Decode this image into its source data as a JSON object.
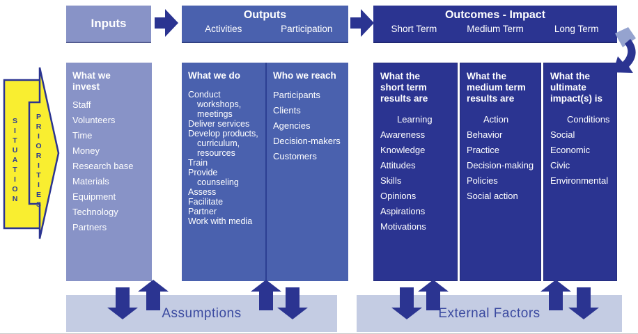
{
  "banners": {
    "inputs": "Inputs",
    "outputs": "Outputs",
    "outputs_subs": [
      "Activities",
      "Participation"
    ],
    "outcomes": "Outcomes - Impact",
    "outcomes_subs": [
      "Short Term",
      "Medium Term",
      "Long Term"
    ]
  },
  "side": {
    "situation": "SITUATION",
    "priorities": "PRIORITIES"
  },
  "columns": [
    {
      "header": "What we invest",
      "items": [
        "Staff",
        "Volunteers",
        "Time",
        "Money",
        "Research base",
        "Materials",
        "Equipment",
        "Technology",
        "Partners"
      ]
    },
    {
      "header": "What we do",
      "items": [
        "Conduct workshops, meetings",
        "Deliver services",
        "Develop products, curriculum, resources",
        "Train",
        "Provide counseling",
        "Assess",
        "Facilitate",
        "Partner",
        "Work with media"
      ]
    },
    {
      "header": "Who we reach",
      "items": [
        "Participants",
        "Clients",
        "Agencies",
        "Decision-makers",
        "Customers"
      ]
    },
    {
      "header": "What the short term results are",
      "items": [
        "Learning",
        "Awareness",
        "Knowledge",
        "Attitudes",
        "Skills",
        "Opinions",
        "Aspirations",
        "Motivations"
      ]
    },
    {
      "header": "What the medium term results are",
      "items": [
        "Action",
        "Behavior",
        "Practice",
        "Decision-making",
        "Policies",
        "Social action"
      ]
    },
    {
      "header": "What the ultimate impact(s) is",
      "items": [
        "Conditions",
        "Social",
        "Economic",
        "Civic",
        "Environmental"
      ]
    }
  ],
  "footer": {
    "assumptions": "Assumptions",
    "external_factors": "External Factors"
  },
  "colors": {
    "light": "#8893c7",
    "medium": "#4a61ae",
    "dark": "#2b3491",
    "bar": "#c4cce3",
    "yellow": "#f9ee30",
    "navy": "#2b3a94",
    "arrow": "#2b3491"
  }
}
